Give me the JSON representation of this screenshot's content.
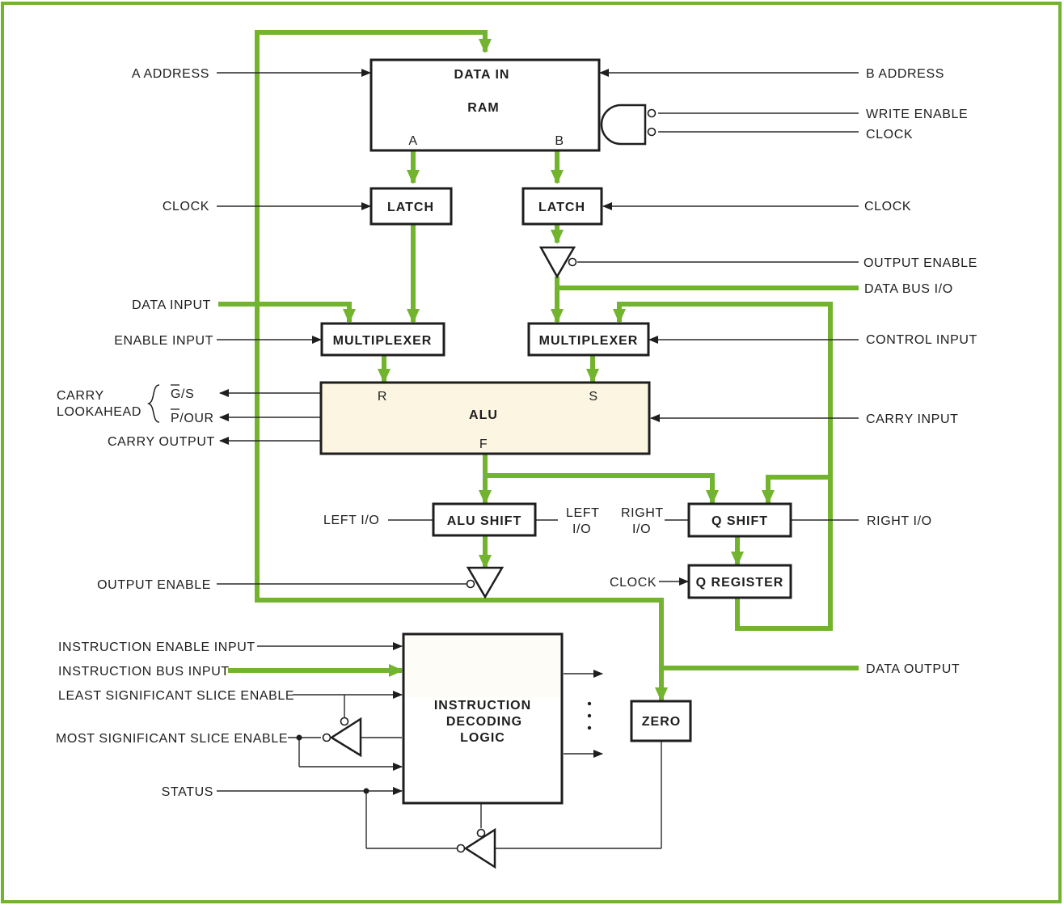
{
  "colors": {
    "bus": "#72b42d",
    "frame": "#72b42d",
    "alu_fill": "#fbf5e1",
    "line": "#1e1e1e"
  },
  "blocks": {
    "ram_data_in": "DATA IN",
    "ram": "RAM",
    "ram_port_a": "A",
    "ram_port_b": "B",
    "latch_a": "LATCH",
    "latch_b": "LATCH",
    "mux_r": "MULTIPLEXER",
    "mux_s": "MULTIPLEXER",
    "alu": "ALU",
    "alu_port_r": "R",
    "alu_port_s": "S",
    "alu_port_f": "F",
    "alu_shift": "ALU SHIFT",
    "q_shift": "Q SHIFT",
    "q_register": "Q REGISTER",
    "zero": "ZERO",
    "decoder_line1": "INSTRUCTION",
    "decoder_line2": "DECODING",
    "decoder_line3": "LOGIC"
  },
  "signals": {
    "a_address": "A ADDRESS",
    "b_address": "B ADDRESS",
    "write_enable": "WRITE ENABLE",
    "clock_ram": "CLOCK",
    "clock_latch_a": "CLOCK",
    "clock_latch_b": "CLOCK",
    "output_enable_top": "OUTPUT ENABLE",
    "data_bus_io": "DATA BUS I/O",
    "data_input": "DATA INPUT",
    "enable_input": "ENABLE INPUT",
    "control_input": "CONTROL INPUT",
    "carry_lookahead_line1": "CARRY",
    "carry_lookahead_line2": "LOOKAHEAD",
    "g_s_bar": "G",
    "g_s_rest": "/S",
    "p_our_bar": "P",
    "p_our_rest": "/OUR",
    "carry_output": "CARRY OUTPUT",
    "carry_input": "CARRY INPUT",
    "left_io_outer": "LEFT I/O",
    "left_io_inner_line1": "LEFT",
    "left_io_inner_line2": "I/O",
    "right_io_inner_line1": "RIGHT",
    "right_io_inner_line2": "I/O",
    "right_io_outer": "RIGHT I/O",
    "output_enable_bottom": "OUTPUT ENABLE",
    "clock_q": "CLOCK",
    "instruction_enable_input": "INSTRUCTION ENABLE INPUT",
    "instruction_bus_input": "INSTRUCTION BUS INPUT",
    "least_significant_slice_enable": "LEAST SIGNIFICANT SLICE ENABLE",
    "most_significant_slice_enable": "MOST SIGNIFICANT SLICE ENABLE",
    "status": "STATUS",
    "data_output": "DATA OUTPUT"
  }
}
